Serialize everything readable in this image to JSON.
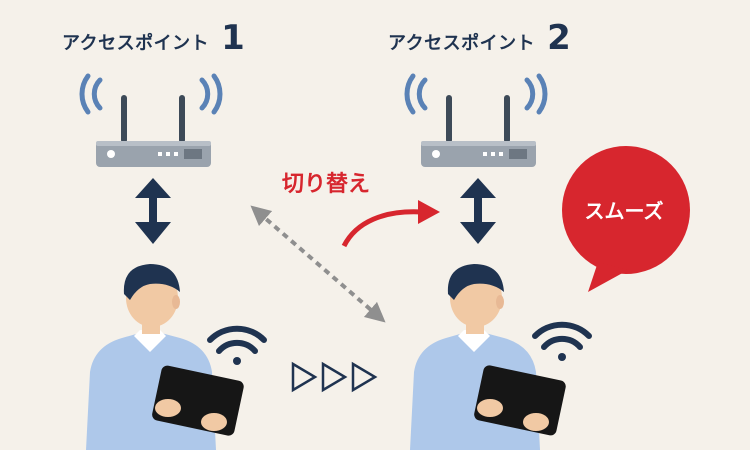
{
  "access_points": [
    {
      "title": "アクセスポイント",
      "number": "1"
    },
    {
      "title": "アクセスポイント",
      "number": "2"
    }
  ],
  "switch_label": "切り替え",
  "bubble_text": "スムーズ",
  "colors": {
    "background": "#f5f1ea",
    "navy": "#1f3350",
    "accent_red": "#d7262e",
    "wifi_blue": "#5a82b6",
    "router_gray": "#9aa3ad",
    "shirt_blue": "#aec8ea",
    "tablet": "#161616"
  },
  "icons": [
    "wifi-signal-icon",
    "router-icon",
    "bidirectional-arrow-icon",
    "person-with-tablet-icon",
    "play-triangle-icon",
    "speech-bubble-icon"
  ]
}
